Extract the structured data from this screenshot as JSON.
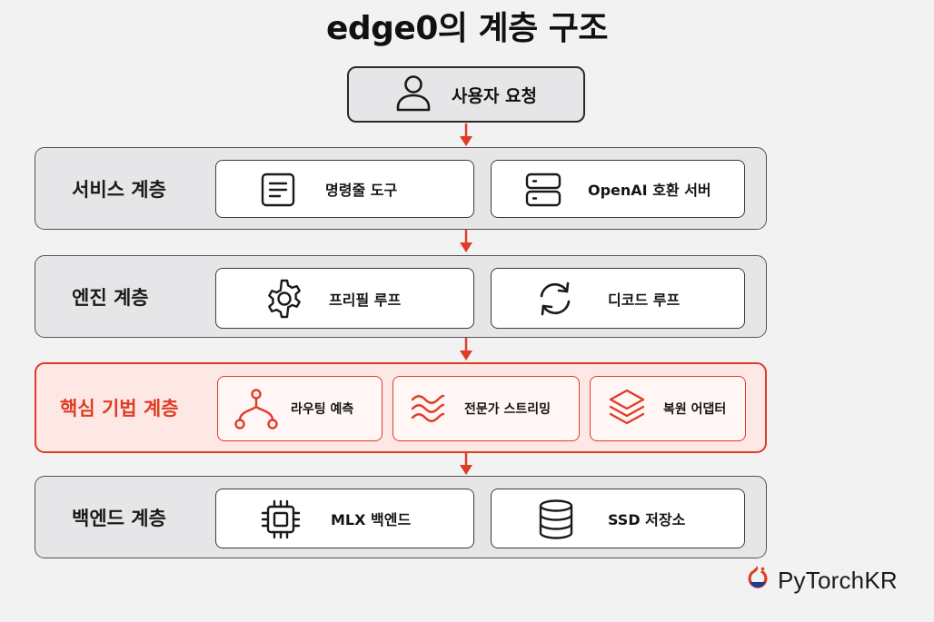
{
  "title": "edge0의 계층 구조",
  "user_request": {
    "label": "사용자 요청",
    "icon": "user-icon"
  },
  "layers": [
    {
      "label": "서비스 계층",
      "highlighted": false,
      "items": [
        {
          "label": "명령줄 도구",
          "icon": "document-icon"
        },
        {
          "label": "OpenAI 호환 서버",
          "icon": "server-icon"
        }
      ]
    },
    {
      "label": "엔진 계층",
      "highlighted": false,
      "items": [
        {
          "label": "프리필 루프",
          "icon": "gear-icon"
        },
        {
          "label": "디코드 루프",
          "icon": "refresh-icon"
        }
      ]
    },
    {
      "label": "핵심 기법 계층",
      "highlighted": true,
      "items": [
        {
          "label": "라우팅 예측",
          "icon": "branch-icon"
        },
        {
          "label": "전문가 스트리밍",
          "icon": "waves-icon"
        },
        {
          "label": "복원 어댑터",
          "icon": "layers-icon"
        }
      ]
    },
    {
      "label": "백엔드 계층",
      "highlighted": false,
      "items": [
        {
          "label": "MLX 백엔드",
          "icon": "chip-icon"
        },
        {
          "label": "SSD 저장소",
          "icon": "database-icon"
        }
      ]
    }
  ],
  "brand": {
    "name": "PyTorchKR",
    "icon": "pytorch-logo-icon"
  },
  "colors": {
    "accent": "#e03c25",
    "background": "#f2f2f3",
    "layer_fill": "#e6e6e8",
    "highlight_fill": "#fde8e6"
  }
}
